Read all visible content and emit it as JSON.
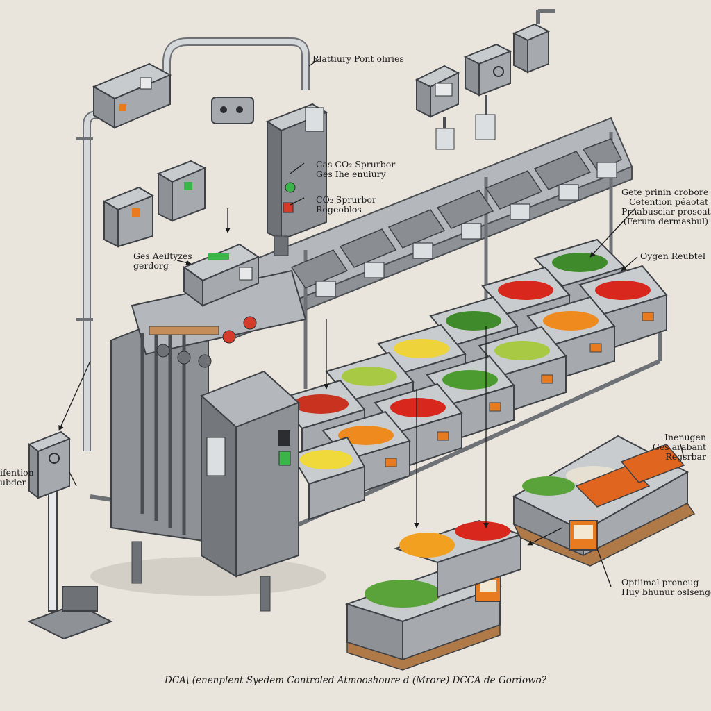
{
  "labels": {
    "top_center": "Rlattiury Pont ohries",
    "co2_scrubber_1": [
      "Cas CO₂ Sprurbor",
      "Ges Ihe enuiury"
    ],
    "co2_scrubber_2": [
      "CO₂ Sprurbor",
      "Rogeoblos"
    ],
    "gas_analyzer": [
      "Ges Aeiltyzes",
      "gerdorg"
    ],
    "right_top": [
      "Gete prinin crobore",
      "Cetention péaotat",
      "Prnabusciar prosoat",
      "(Ferum dermasbul)"
    ],
    "oxygen": "Oygen Reubtel",
    "left_edge": [
      "ifention",
      "ubder"
    ],
    "right_middle": [
      "Inenugen",
      "Ges arabant",
      "Regsrbar"
    ],
    "right_bottom": [
      "Optiimal proneug",
      "Huy bhunur oslsenger"
    ]
  },
  "caption": "DCA\\ (enenplent Syedem Controled Atmooshoure d (Mrore) DCCA de Gordowo?",
  "colors": {
    "background": "#e9e4dc",
    "steel": "#9da1a6",
    "steel_dark": "#6e7277",
    "steel_light": "#c8cbce",
    "indicator_green": "#3bb54a",
    "indicator_red": "#d53b2a",
    "indicator_orange": "#e87a1f",
    "pallet": "#b07a48"
  },
  "produce_bins": [
    {
      "content": "tomatoes",
      "color": "#d8281e"
    },
    {
      "content": "green peppers",
      "color": "#3f8a2a"
    },
    {
      "content": "apples",
      "color": "#a7c943"
    },
    {
      "content": "lemons",
      "color": "#eed43a"
    },
    {
      "content": "strawberries",
      "color": "#c9321f"
    },
    {
      "content": "oranges",
      "color": "#ee8a1e"
    },
    {
      "content": "green beans",
      "color": "#4c9b30"
    },
    {
      "content": "bananas",
      "color": "#f0d93a"
    },
    {
      "content": "lettuce",
      "color": "#5aa33a"
    },
    {
      "content": "mushrooms",
      "color": "#e6e0d2"
    }
  ]
}
